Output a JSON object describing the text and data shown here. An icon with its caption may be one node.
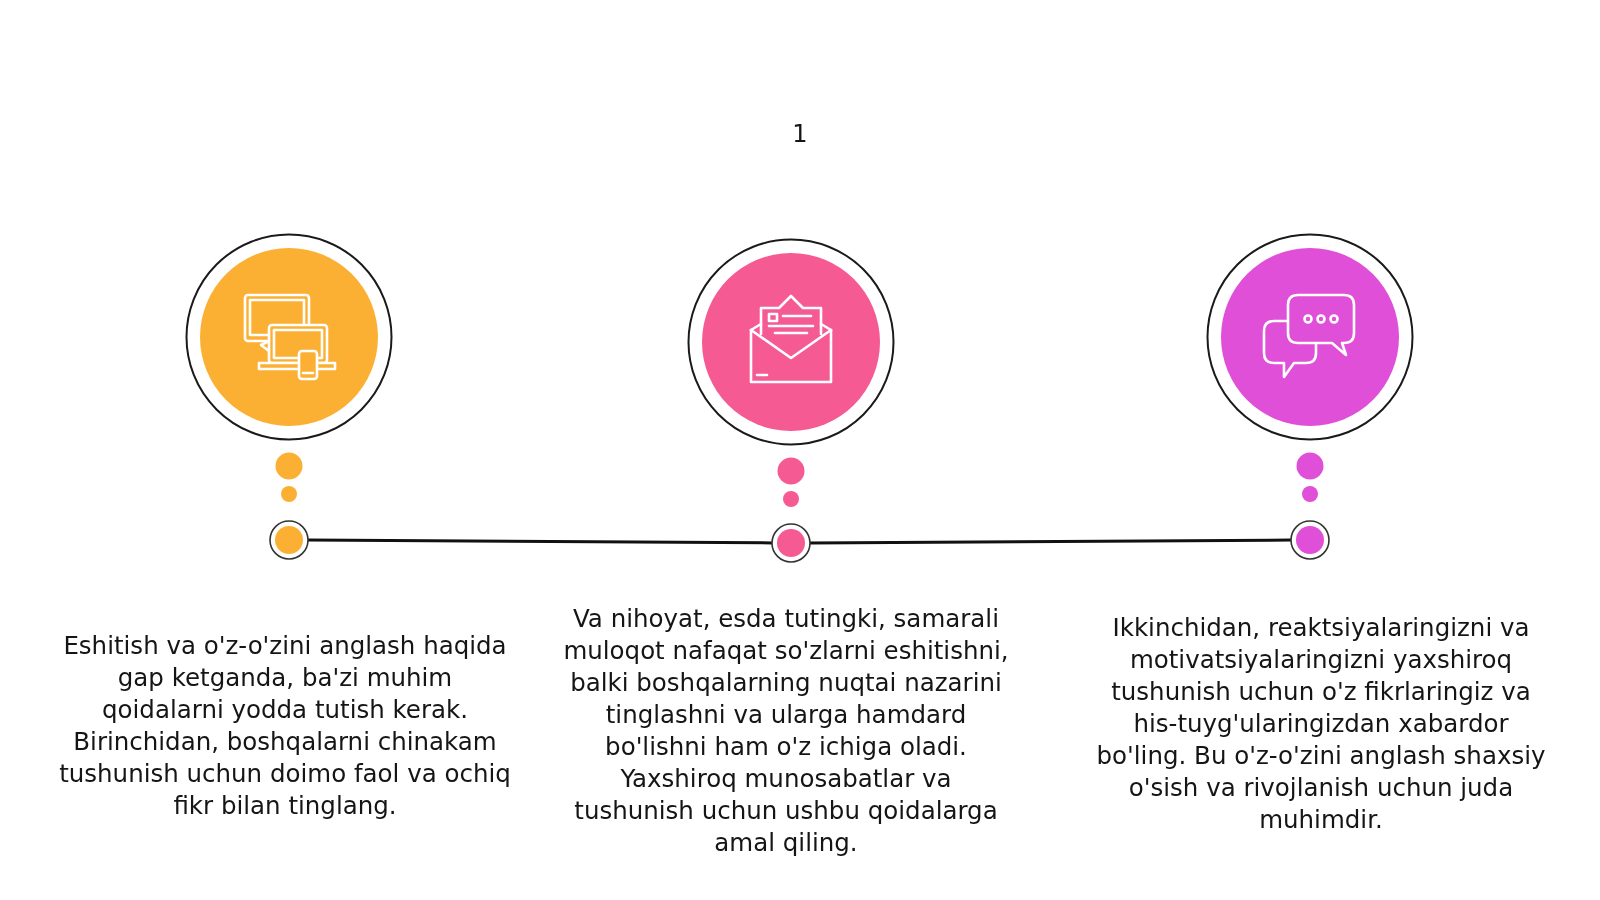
{
  "diagram": {
    "title": "1",
    "nodes": [
      {
        "text": [],
        "shape": "circle"
      },
      {
        "text": [],
        "shape": "circle"
      },
      {
        "text": [],
        "shape": "circle"
      }
    ],
    "edges": [
      {
        "from": 0,
        "to": 1,
        "arrow": "none"
      },
      {
        "from": 1,
        "to": 2,
        "arrow": "none"
      }
    ],
    "labels": [
      "Eshitish va o'z-o'zini anglash haqida gap ketganda, ba'zi muhim qoidalarni yodda tutish kerak. Birinchidan, boshqalarni chinakam tushunish uchun doimo faol va ochiq fikr bilan tinglang.",
      "Va nihoyat, esda tutingki, samarali muloqot nafaqat so'zlarni eshitishni, balki boshqalarning nuqtai nazarini tinglashni va ularga hamdard bo'lishni ham o'z ichiga oladi. Yaxshiroq munosabatlar va tushunish uchun ushbu qoidalarga amal qiling.",
      "Ikkinchidan, reaktsiyalaringizni va motivatsiyalaringizni yaxshiroq tushunish uchun o'z fikrlaringiz va his-tuyg'ularingizdan xabardor bo'ling. Bu o'z-o'zini anglash shaxsiy o'sish va rivojlanish uchun juda muhimdir."
    ]
  }
}
